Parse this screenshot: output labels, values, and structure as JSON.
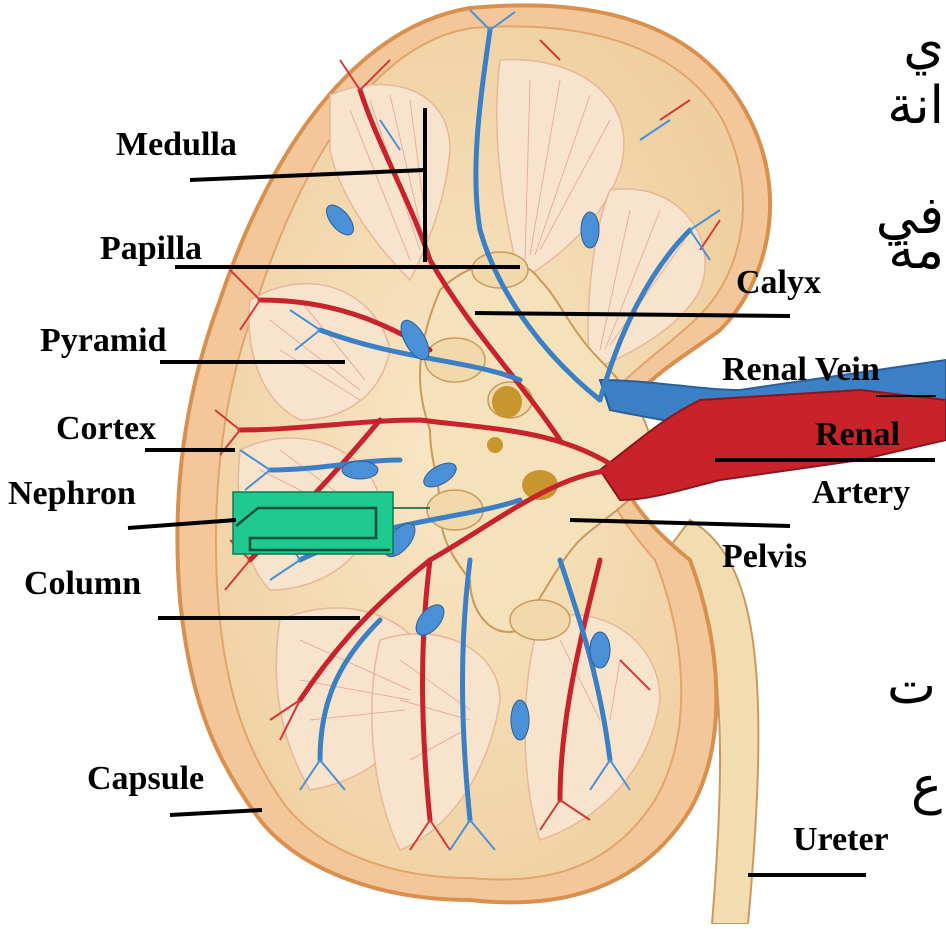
{
  "labels": {
    "medulla": "Medulla",
    "papilla": "Papilla",
    "pyramid": "Pyramid",
    "cortex": "Cortex",
    "nephron": "Nephron",
    "column": "Column",
    "capsule": "Capsule",
    "calyx": "Calyx",
    "renal_vein": "Renal Vein",
    "renal_artery_line1": "Renal",
    "renal_artery_line2": "Artery",
    "pelvis": "Pelvis",
    "ureter": "Ureter"
  },
  "arabic_fragments": [
    "ي",
    "انة",
    "في",
    "مة",
    "ت",
    "ع"
  ],
  "colors": {
    "cortex_fill": "#f6dfb9",
    "outer_fill": "#f3d3a6",
    "capsule_edge": "#d98f4d",
    "artery": "#c8222a",
    "vein": "#3b7fc4",
    "nephron_box": "#1fc98f",
    "ureter": "#f3ddb0"
  }
}
